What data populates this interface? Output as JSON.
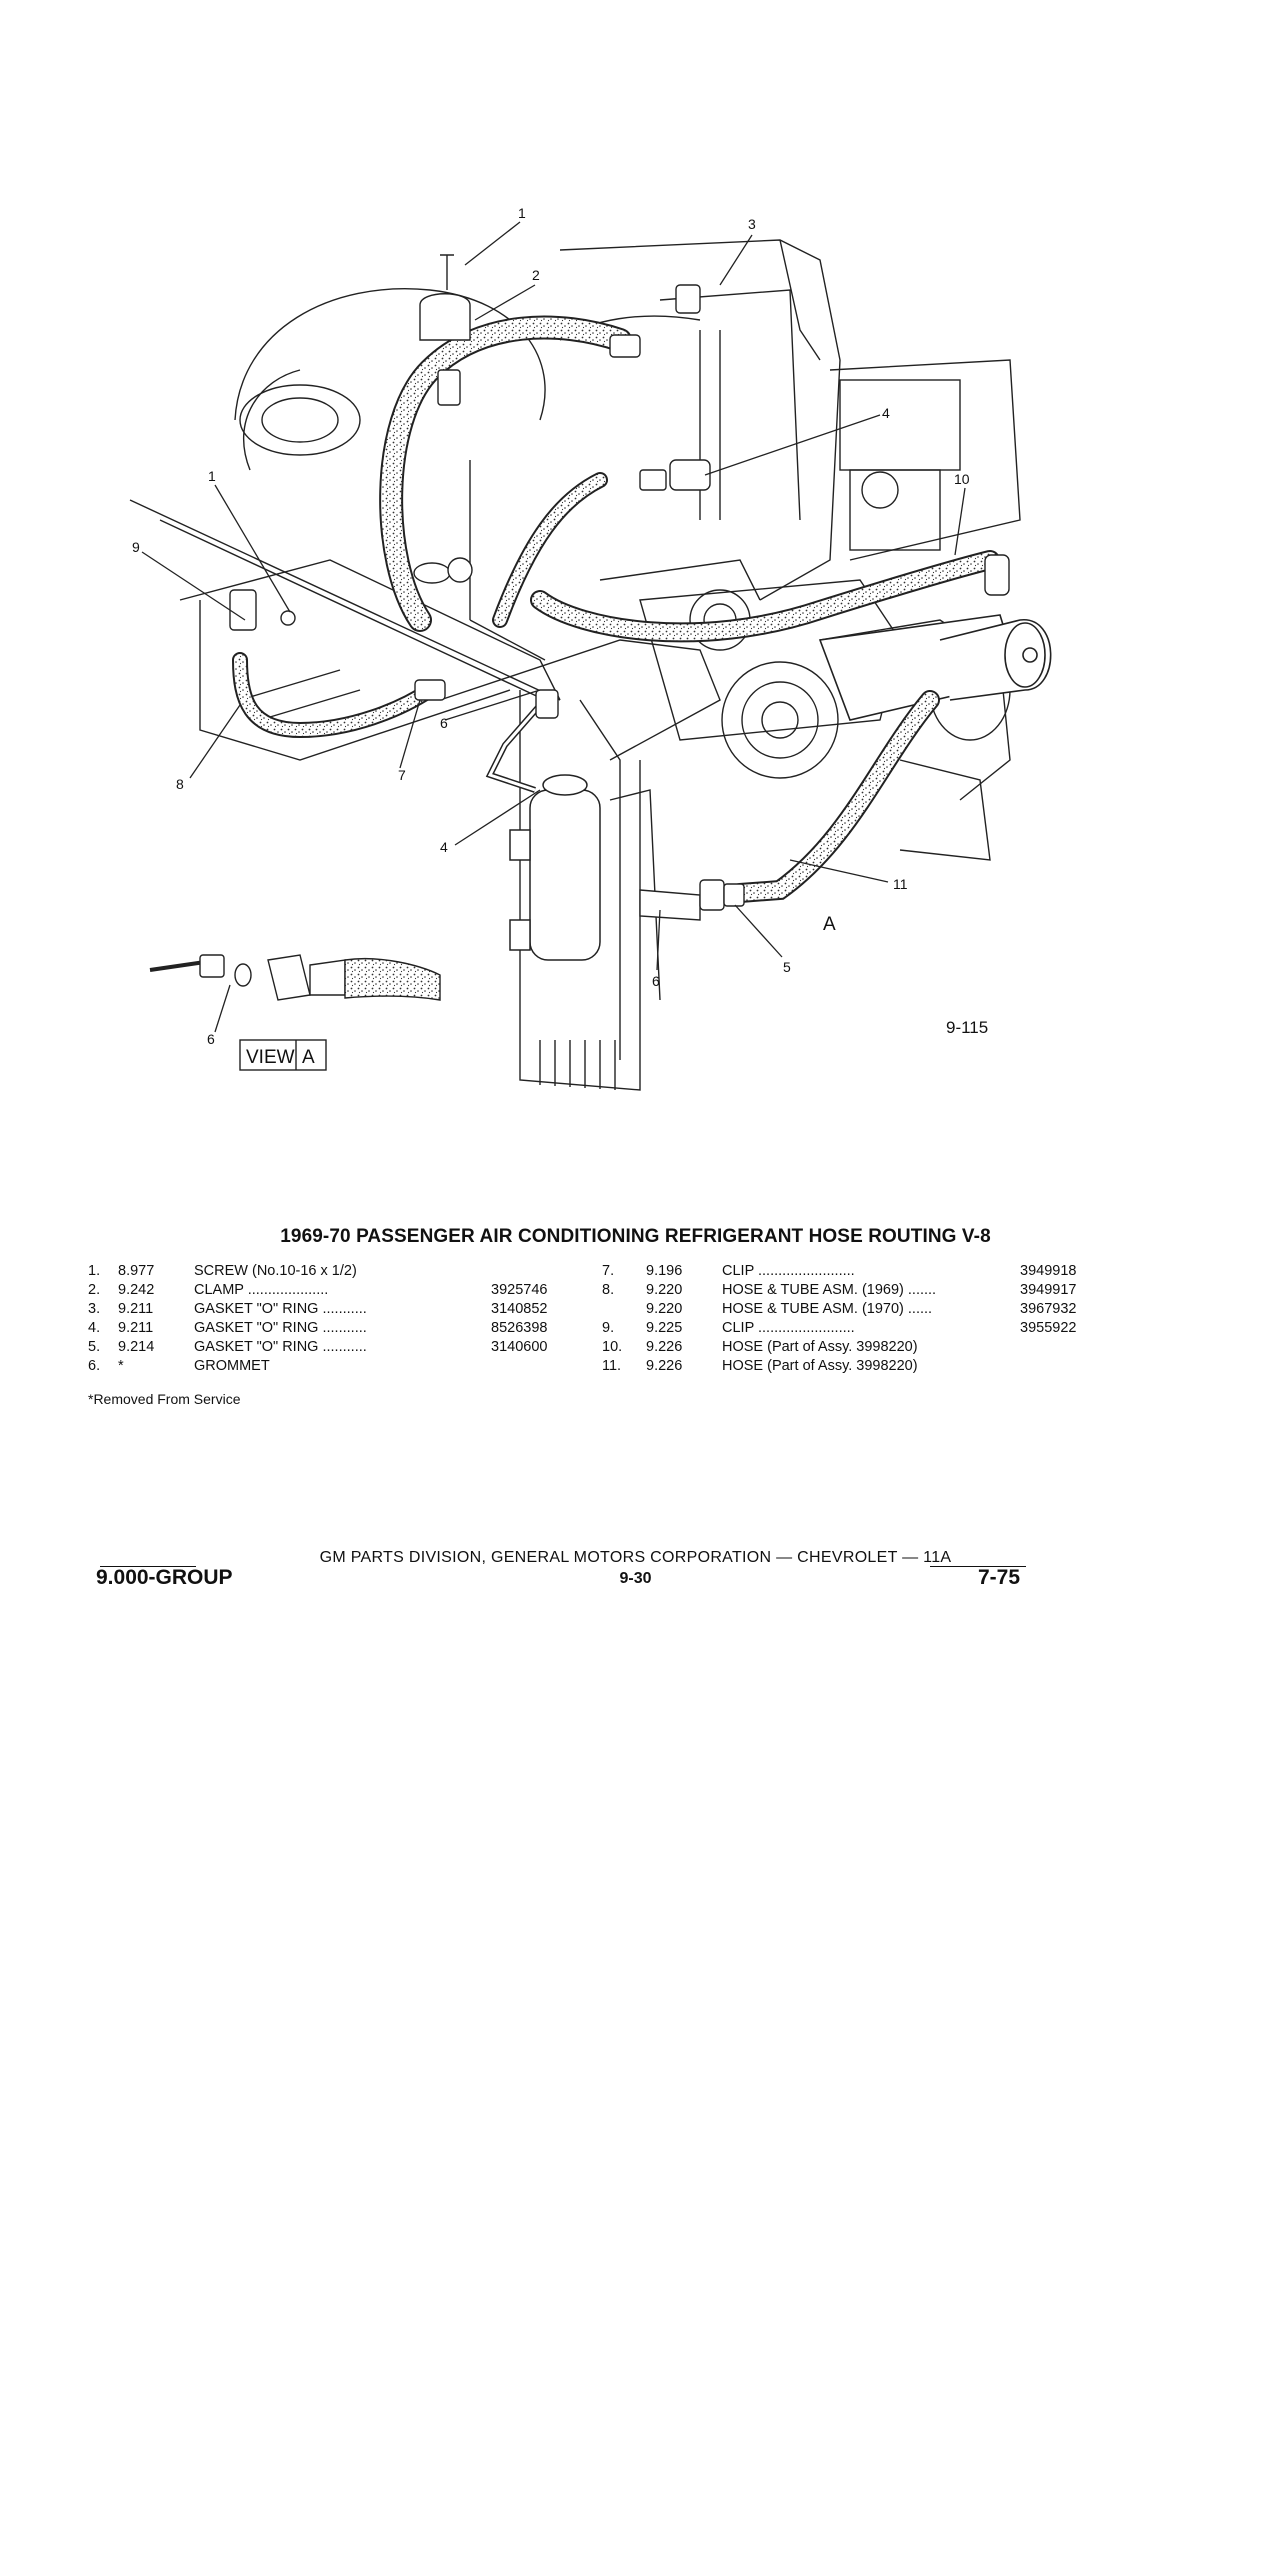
{
  "diagram": {
    "callouts": {
      "c1a": "1",
      "c2": "2",
      "c3": "3",
      "c4a": "4",
      "c10": "10",
      "c1b": "1",
      "c9": "9",
      "c6a": "6",
      "c8": "8",
      "c7": "7",
      "c4b": "4",
      "c11": "11",
      "c6b": "6",
      "c5": "5",
      "cA": "A",
      "c6c": "6"
    },
    "view_label": "VIEW",
    "view_letter": "A",
    "figure_number": "9-115"
  },
  "title": "1969-70 PASSENGER AIR CONDITIONING REFRIGERANT HOSE ROUTING V-8",
  "parts_left": [
    {
      "num": "1.",
      "group": "8.977",
      "desc": "SCREW (No.10-16 x 1/2)",
      "part": ""
    },
    {
      "num": "2.",
      "group": "9.242",
      "desc": "CLAMP ....................",
      "part": "3925746"
    },
    {
      "num": "3.",
      "group": "9.211",
      "desc": "GASKET \"O\" RING ...........",
      "part": "3140852"
    },
    {
      "num": "4.",
      "group": "9.211",
      "desc": "GASKET \"O\" RING ...........",
      "part": "8526398"
    },
    {
      "num": "5.",
      "group": "9.214",
      "desc": "GASKET \"O\" RING ...........",
      "part": "3140600"
    },
    {
      "num": "6.",
      "group": "*",
      "desc": "GROMMET",
      "part": ""
    }
  ],
  "parts_right": [
    {
      "num": "7.",
      "group": "9.196",
      "desc": "CLIP ........................",
      "part": "3949918"
    },
    {
      "num": "8.",
      "group": "9.220",
      "desc": "HOSE & TUBE ASM. (1969) .......",
      "part": "3949917"
    },
    {
      "num": "",
      "group": "9.220",
      "desc": "HOSE & TUBE ASM. (1970) ......",
      "part": "3967932"
    },
    {
      "num": "9.",
      "group": "9.225",
      "desc": "CLIP ........................",
      "part": "3955922"
    },
    {
      "num": "10.",
      "group": "9.226",
      "desc": "HOSE (Part of Assy. 3998220)",
      "part": ""
    },
    {
      "num": "11.",
      "group": "9.226",
      "desc": "HOSE (Part of Assy. 3998220)",
      "part": ""
    }
  ],
  "footnote": "*Removed From Service",
  "footer": {
    "division": "GM PARTS DIVISION, GENERAL MOTORS CORPORATION — CHEVROLET — 11A",
    "group": "9.000-GROUP",
    "page": "9-30",
    "date": "7-75"
  }
}
